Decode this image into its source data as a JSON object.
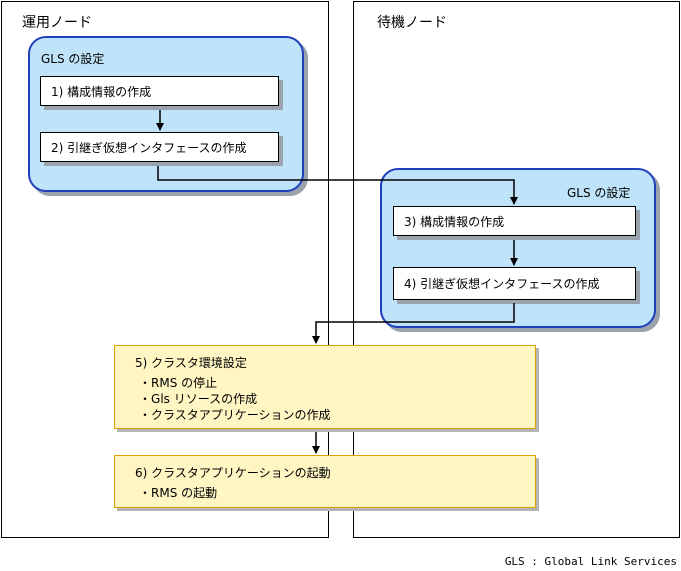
{
  "nodes": {
    "active": {
      "title": "運用ノード"
    },
    "standby": {
      "title": "待機ノード"
    }
  },
  "gls_groups": {
    "active": {
      "label": "GLS の設定"
    },
    "standby": {
      "label": "GLS の設定"
    }
  },
  "steps": [
    {
      "label": "1) 構成情報の作成"
    },
    {
      "label": "2) 引継ぎ仮想インタフェースの作成"
    },
    {
      "label": "3) 構成情報の作成"
    },
    {
      "label": "4) 引継ぎ仮想インタフェースの作成"
    }
  ],
  "phases": [
    {
      "title": "5) クラスタ環境設定",
      "items": [
        "RMS の停止",
        "Gls リソースの作成",
        "クラスタアプリケーションの作成"
      ]
    },
    {
      "title": "6) クラスタアプリケーションの起動",
      "items": [
        "RMS の起動"
      ]
    }
  ],
  "footer": {
    "abbrev": "GLS : Global Link Services"
  }
}
